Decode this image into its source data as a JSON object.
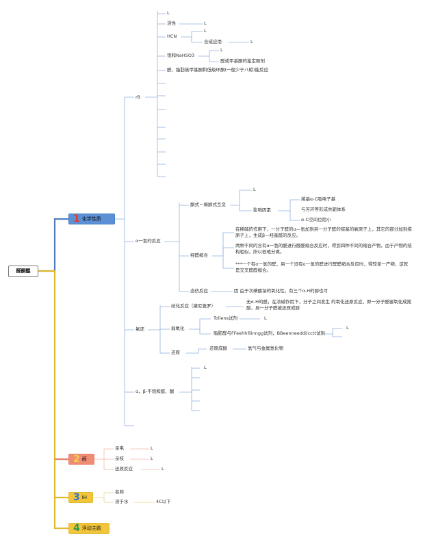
{
  "root": "醛酮醌",
  "branch1": {
    "number": "1",
    "label": "化学性质",
    "suffix": "",
    "children": {
      "rb": {
        "label": "rB",
        "items": {
          "l1": "L",
          "huoxing": "活性",
          "huoxing_l": "L",
          "hcn": "HCN",
          "hcn_l": "L",
          "hecheng": "合成应用",
          "hecheng_l": "L",
          "nahso3": "饱和NaHSO3",
          "nahso3_l": "L",
          "jianding": "醛或甲基酮的鉴定颗剂",
          "zhifang": "醛、脂肪族甲基酮和低级环酮(一般少于八碳)能反应"
        }
      },
      "alpha_h": {
        "label": "α一氢的反应",
        "tongshi": "酮式－烯醇式互变",
        "tongshi_l": "L",
        "yingxiang": "影响因素",
        "ying1": "羰基α-C吸电子基",
        "ying2": "与芳环等形成共轭体系",
        "ying3": "α-C空间位阻小",
        "quansuo": "羟醛缩合",
        "q1": "在稀碱的作用下，一分子醛的α—氢加到另一分子醛的羰基的氧原子上，其它的部分加到羰原子上，生成β—羟基醛的反应。",
        "q2": "两种不同的含有α一氢的醛进行醛醛缩合反应时，得到四种不同的缩合产物，由于产物的结构相似，所以很难分离。",
        "q3": "***一个有α一氢的醛，另一个没有α一氢的醛进行醛醛缩合反应时，得较单一产物，这就是交叉醛醛缩合。",
        "lufang": "卤仿反应",
        "lufang_desc": "因 由于次碘酸钠的氧化性，有三个α-H的醇也可"
      },
      "yangyuan": {
        "label": "氧还",
        "qihua": "歧化反应（康尼查罗）",
        "qihua_desc": "无α-H的醛，在浓碱作用下，分子之间发生 的氧化还原反应，即一分子醛被氧化成羧酸，另一分子醛被还原成醇",
        "ruoyanghua": "弱氧化",
        "tollens": "Tollens试剂",
        "tollens_l": "L",
        "fehling": "脂肪醛与FFeehhlliinngg试剂，BBeenneeddiicctt试剂",
        "fehling_l": "L",
        "huanyuan": "还原",
        "huanyuan_c": "还原成醇",
        "huanyuan_d": "氢气与金属氢化物"
      },
      "unsat": {
        "label": "α，β-不饱和醛、酮",
        "l": "L"
      }
    }
  },
  "branch2": {
    "number": "2",
    "label": "醛",
    "items": [
      {
        "label": "亲电",
        "value": "L"
      },
      {
        "label": "亲核",
        "value": "L"
      },
      {
        "label": "还原反应",
        "value": "L"
      }
    ]
  },
  "branch3": {
    "number": "3",
    "label": "iH",
    "items": [
      {
        "label": "名称",
        "value": ""
      },
      {
        "label": "溶于水",
        "value": "4C以下"
      }
    ]
  },
  "branch4": {
    "number": "4",
    "label": "浮动主题"
  },
  "colors": {
    "blue": "#4c7fc2",
    "blue_fill": "#5b8fd6",
    "coral": "#e8846e",
    "coral_fill": "#f08c74",
    "gold": "#e0b92d",
    "gold_fill": "#f2c53a",
    "thin_blue": "#8fb0dc"
  }
}
